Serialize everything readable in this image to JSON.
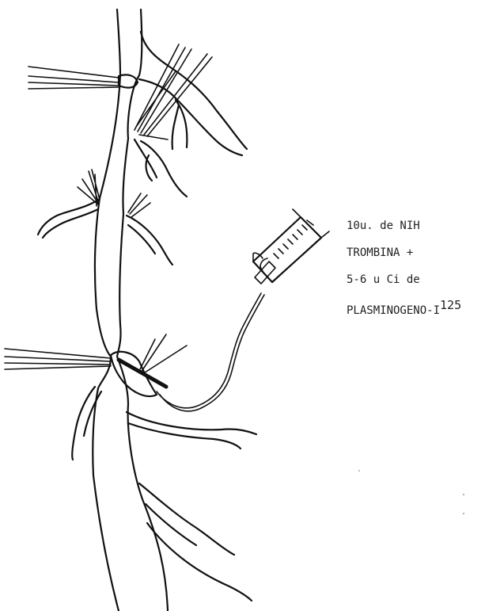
{
  "annotation": {
    "line1": "10u.  de NIH",
    "line2": "TROMBINA +",
    "line3": "5-6 u Ci de",
    "line4_base": "PLASMINOGENO-I",
    "line4_sup": "125"
  }
}
